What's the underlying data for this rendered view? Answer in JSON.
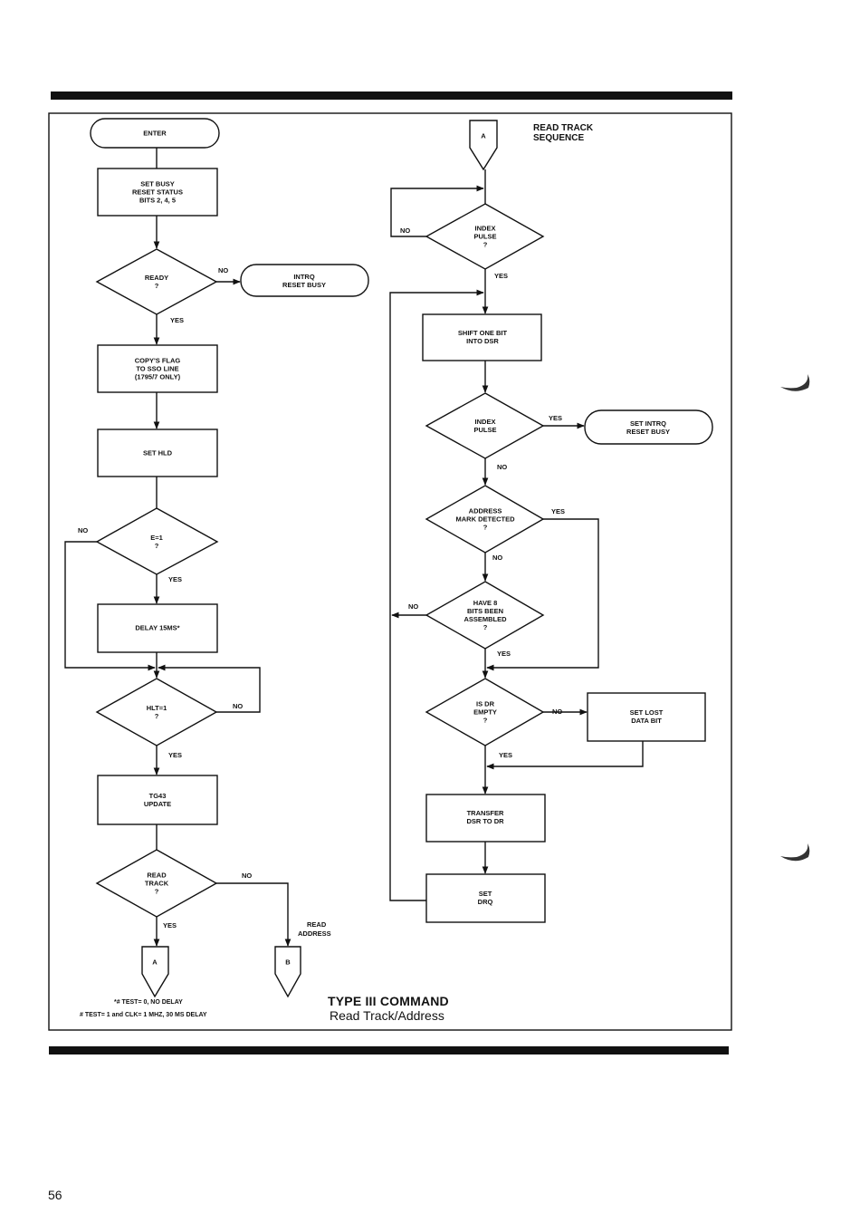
{
  "figure": {
    "title": "TYPE III COMMAND",
    "subtitle": "Read Track/Address",
    "sequence_title_lines": [
      "READ TRACK",
      "SEQUENCE"
    ],
    "footnotes": [
      "*# TEST= 0, NO DELAY",
      "# TEST= 1 and CLK= 1 MHZ, 30 MS DELAY"
    ],
    "page_number": "56"
  },
  "nodes": {
    "enter": [
      "ENTER"
    ],
    "set_busy": [
      "SET BUSY",
      "RESET STATUS",
      "BITS 2, 4, 5"
    ],
    "ready": [
      "READY",
      "?"
    ],
    "intrq_reset_busy": [
      "INTRQ",
      "RESET BUSY"
    ],
    "copy_flag": [
      "COPY'S FLAG",
      "TO SSO LINE",
      "(1795/7 ONLY)"
    ],
    "set_hld": [
      "SET HLD"
    ],
    "e_eq_1": [
      "E=1",
      "?"
    ],
    "delay_15ms": [
      "DELAY 15MS*"
    ],
    "hlt_eq_1": [
      "HLT=1",
      "?"
    ],
    "tg43_update": [
      "TG43",
      "UPDATE"
    ],
    "read_track": [
      "READ",
      "TRACK",
      "?"
    ],
    "conn_a_left": [
      "A"
    ],
    "conn_b": [
      "B"
    ],
    "conn_a_top": [
      "A"
    ],
    "index_pulse_1": [
      "INDEX",
      "PULSE",
      "?"
    ],
    "shift_bit": [
      "SHIFT ONE BIT",
      "INTO DSR"
    ],
    "index_pulse_2": [
      "INDEX",
      "PULSE"
    ],
    "set_intrq": [
      "SET INTRQ",
      "RESET BUSY"
    ],
    "address_mark": [
      "ADDRESS",
      "MARK DETECTED",
      "?"
    ],
    "have_8_bits": [
      "HAVE 8",
      "BITS BEEN",
      "ASSEMBLED",
      "?"
    ],
    "dr_empty": [
      "IS DR",
      "EMPTY",
      "?"
    ],
    "set_lost_data": [
      "SET LOST",
      "DATA BIT"
    ],
    "transfer_dsr": [
      "TRANSFER",
      "DSR TO DR"
    ],
    "set_drq": [
      "SET",
      "DRQ"
    ]
  },
  "edge_labels": {
    "ready_no": "NO",
    "ready_yes": "YES",
    "e_no": "NO",
    "e_yes": "YES",
    "hlt_no": "NO",
    "hlt_yes": "YES",
    "read_track_no": "NO",
    "read_track_yes": "YES",
    "read_address_lines": [
      "READ",
      "ADDRESS"
    ],
    "index1_no": "NO",
    "index1_yes": "YES",
    "index2_yes": "YES",
    "index2_no": "NO",
    "address_yes": "YES",
    "address_no": "NO",
    "have8_no": "NO",
    "have8_yes": "YES",
    "dr_no": "NO",
    "dr_yes": "YES"
  }
}
